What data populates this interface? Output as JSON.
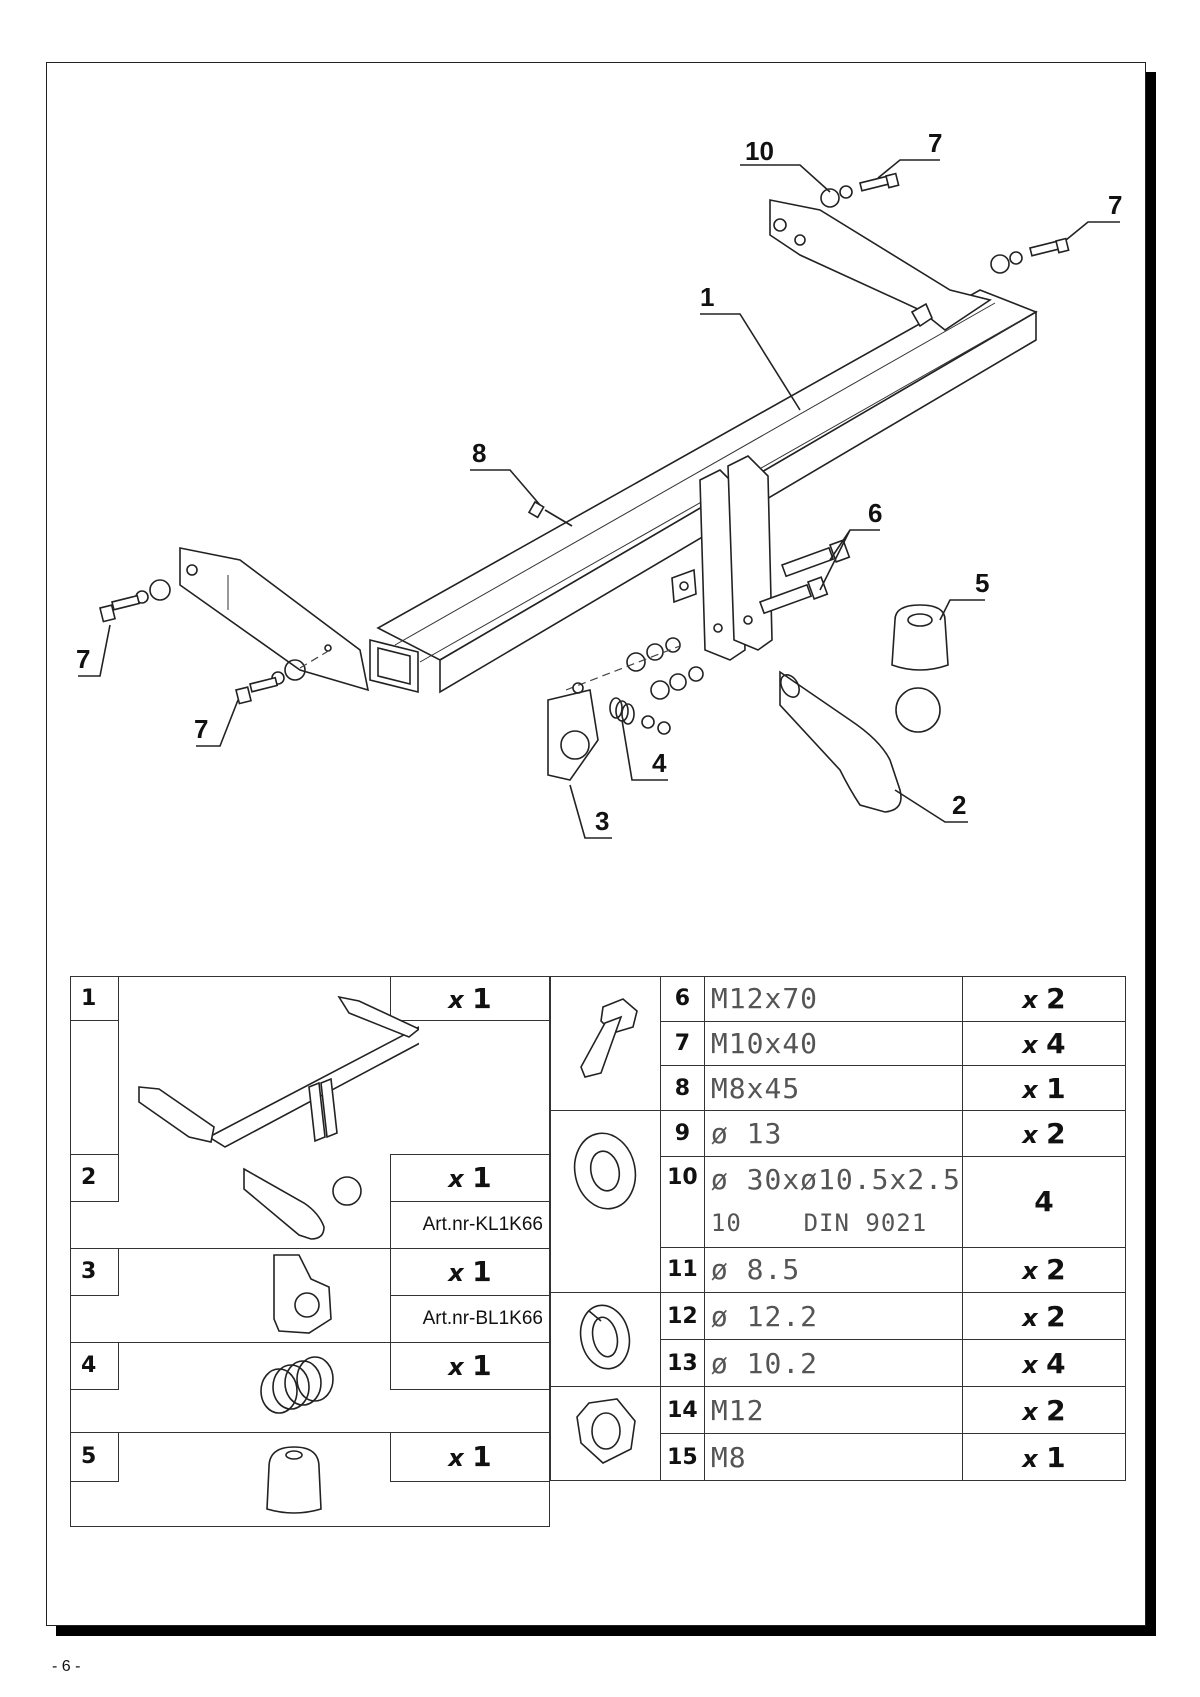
{
  "page_number": "- 6 -",
  "callouts": {
    "c1": "1",
    "c2": "2",
    "c3": "3",
    "c4": "4",
    "c5": "5",
    "c6": "6",
    "c7a": "7",
    "c7b": "7",
    "c7c": "7",
    "c7d": "7",
    "c8": "8",
    "c10": "10"
  },
  "left_parts": [
    {
      "num": "1",
      "qty_prefix": "x",
      "qty": "1",
      "art": ""
    },
    {
      "num": "2",
      "qty_prefix": "x",
      "qty": "1",
      "art": "Art.nr-KL1K66"
    },
    {
      "num": "3",
      "qty_prefix": "x",
      "qty": "1",
      "art": "Art.nr-BL1K66"
    },
    {
      "num": "4",
      "qty_prefix": "x",
      "qty": "1",
      "art": ""
    },
    {
      "num": "5",
      "qty_prefix": "x",
      "qty": "1",
      "art": ""
    }
  ],
  "right_parts": [
    {
      "num": "6",
      "spec": "M12x70",
      "qty_prefix": "x",
      "qty": "2"
    },
    {
      "num": "7",
      "spec": "M10x40",
      "qty_prefix": "x",
      "qty": "4"
    },
    {
      "num": "8",
      "spec": "M8x45",
      "qty_prefix": "x",
      "qty": "1"
    },
    {
      "num": "9",
      "spec": "ø 13",
      "qty_prefix": "x",
      "qty": "2"
    },
    {
      "num": "10",
      "spec": "ø 30xø10.5x2.5",
      "spec2": "10    DIN 9021",
      "qty_prefix": "",
      "qty": "4"
    },
    {
      "num": "11",
      "spec": "ø 8.5",
      "qty_prefix": "x",
      "qty": "2"
    },
    {
      "num": "12",
      "spec": "ø 12.2",
      "qty_prefix": "x",
      "qty": "2"
    },
    {
      "num": "13",
      "spec": "ø 10.2",
      "qty_prefix": "x",
      "qty": "4"
    },
    {
      "num": "14",
      "spec": "M12",
      "qty_prefix": "x",
      "qty": "2"
    },
    {
      "num": "15",
      "spec": "M8",
      "qty_prefix": "x",
      "qty": "1"
    }
  ]
}
